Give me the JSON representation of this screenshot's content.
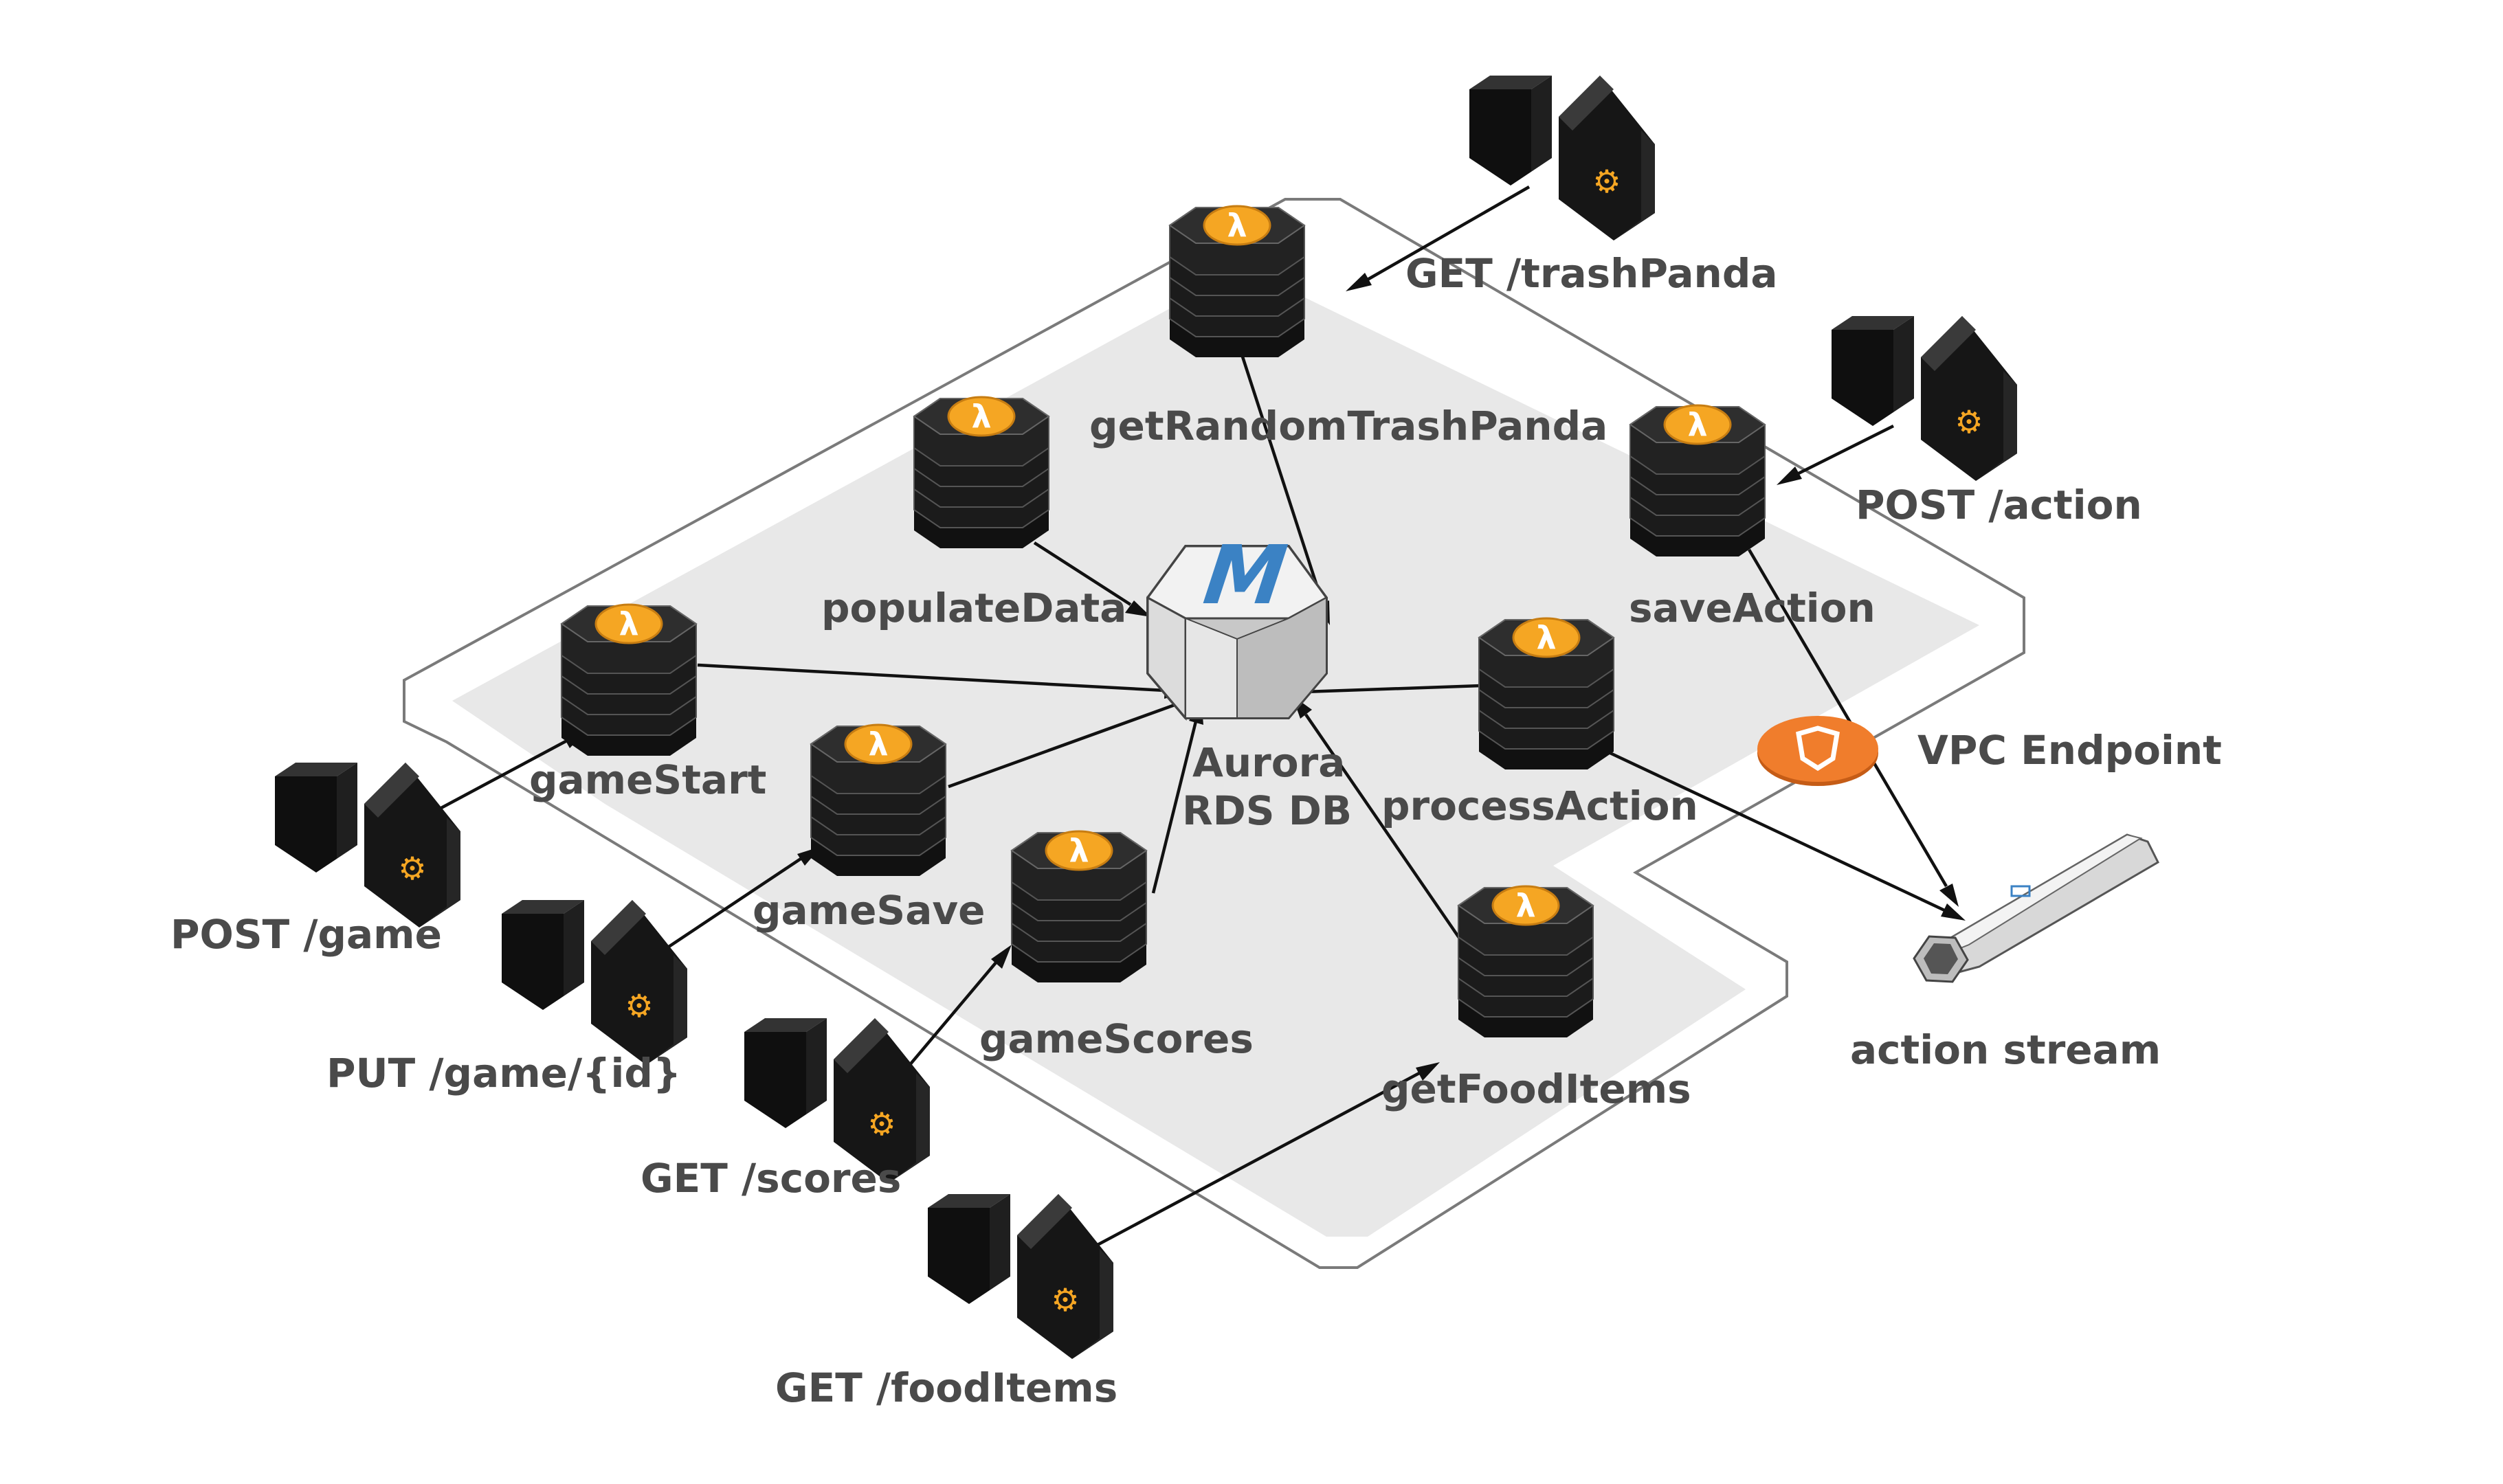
{
  "colors": {
    "vpc_outline": "#7a7a7a",
    "vpc_fill": "#e8e8e8",
    "node_dark": "#1b1b1b",
    "lambda_badge": "#f5a623",
    "endpoint": "#f07d2c",
    "aurora_badge": "#3b82c4",
    "label": "#4a4a4a"
  },
  "icons": {
    "lambda": "lambda-icon",
    "api_gateway": "gear-icon",
    "database": "aurora-icon",
    "endpoint": "vpc-endpoint-icon",
    "stream": "kinesis-stream-icon"
  },
  "database": {
    "line1": "Aurora",
    "line2": "RDS DB",
    "badge": "M"
  },
  "lambdas": {
    "getRandomTrashPanda": "getRandomTrashPanda",
    "populateData": "populateData",
    "gameStart": "gameStart",
    "gameSave": "gameSave",
    "gameScores": "gameScores",
    "saveAction": "saveAction",
    "processAction": "processAction",
    "getFoodItems": "getFoodItems"
  },
  "endpoints": {
    "trashPanda": "GET /trashPanda",
    "action": "POST /action",
    "game": "POST /game",
    "gameId": "PUT /game/{id}",
    "scores": "GET /scores",
    "foodItems": "GET /foodItems"
  },
  "vpc_endpoint": "VPC Endpoint",
  "stream": "action stream",
  "lambda_glyph": "λ",
  "gear_glyph": "⚙"
}
